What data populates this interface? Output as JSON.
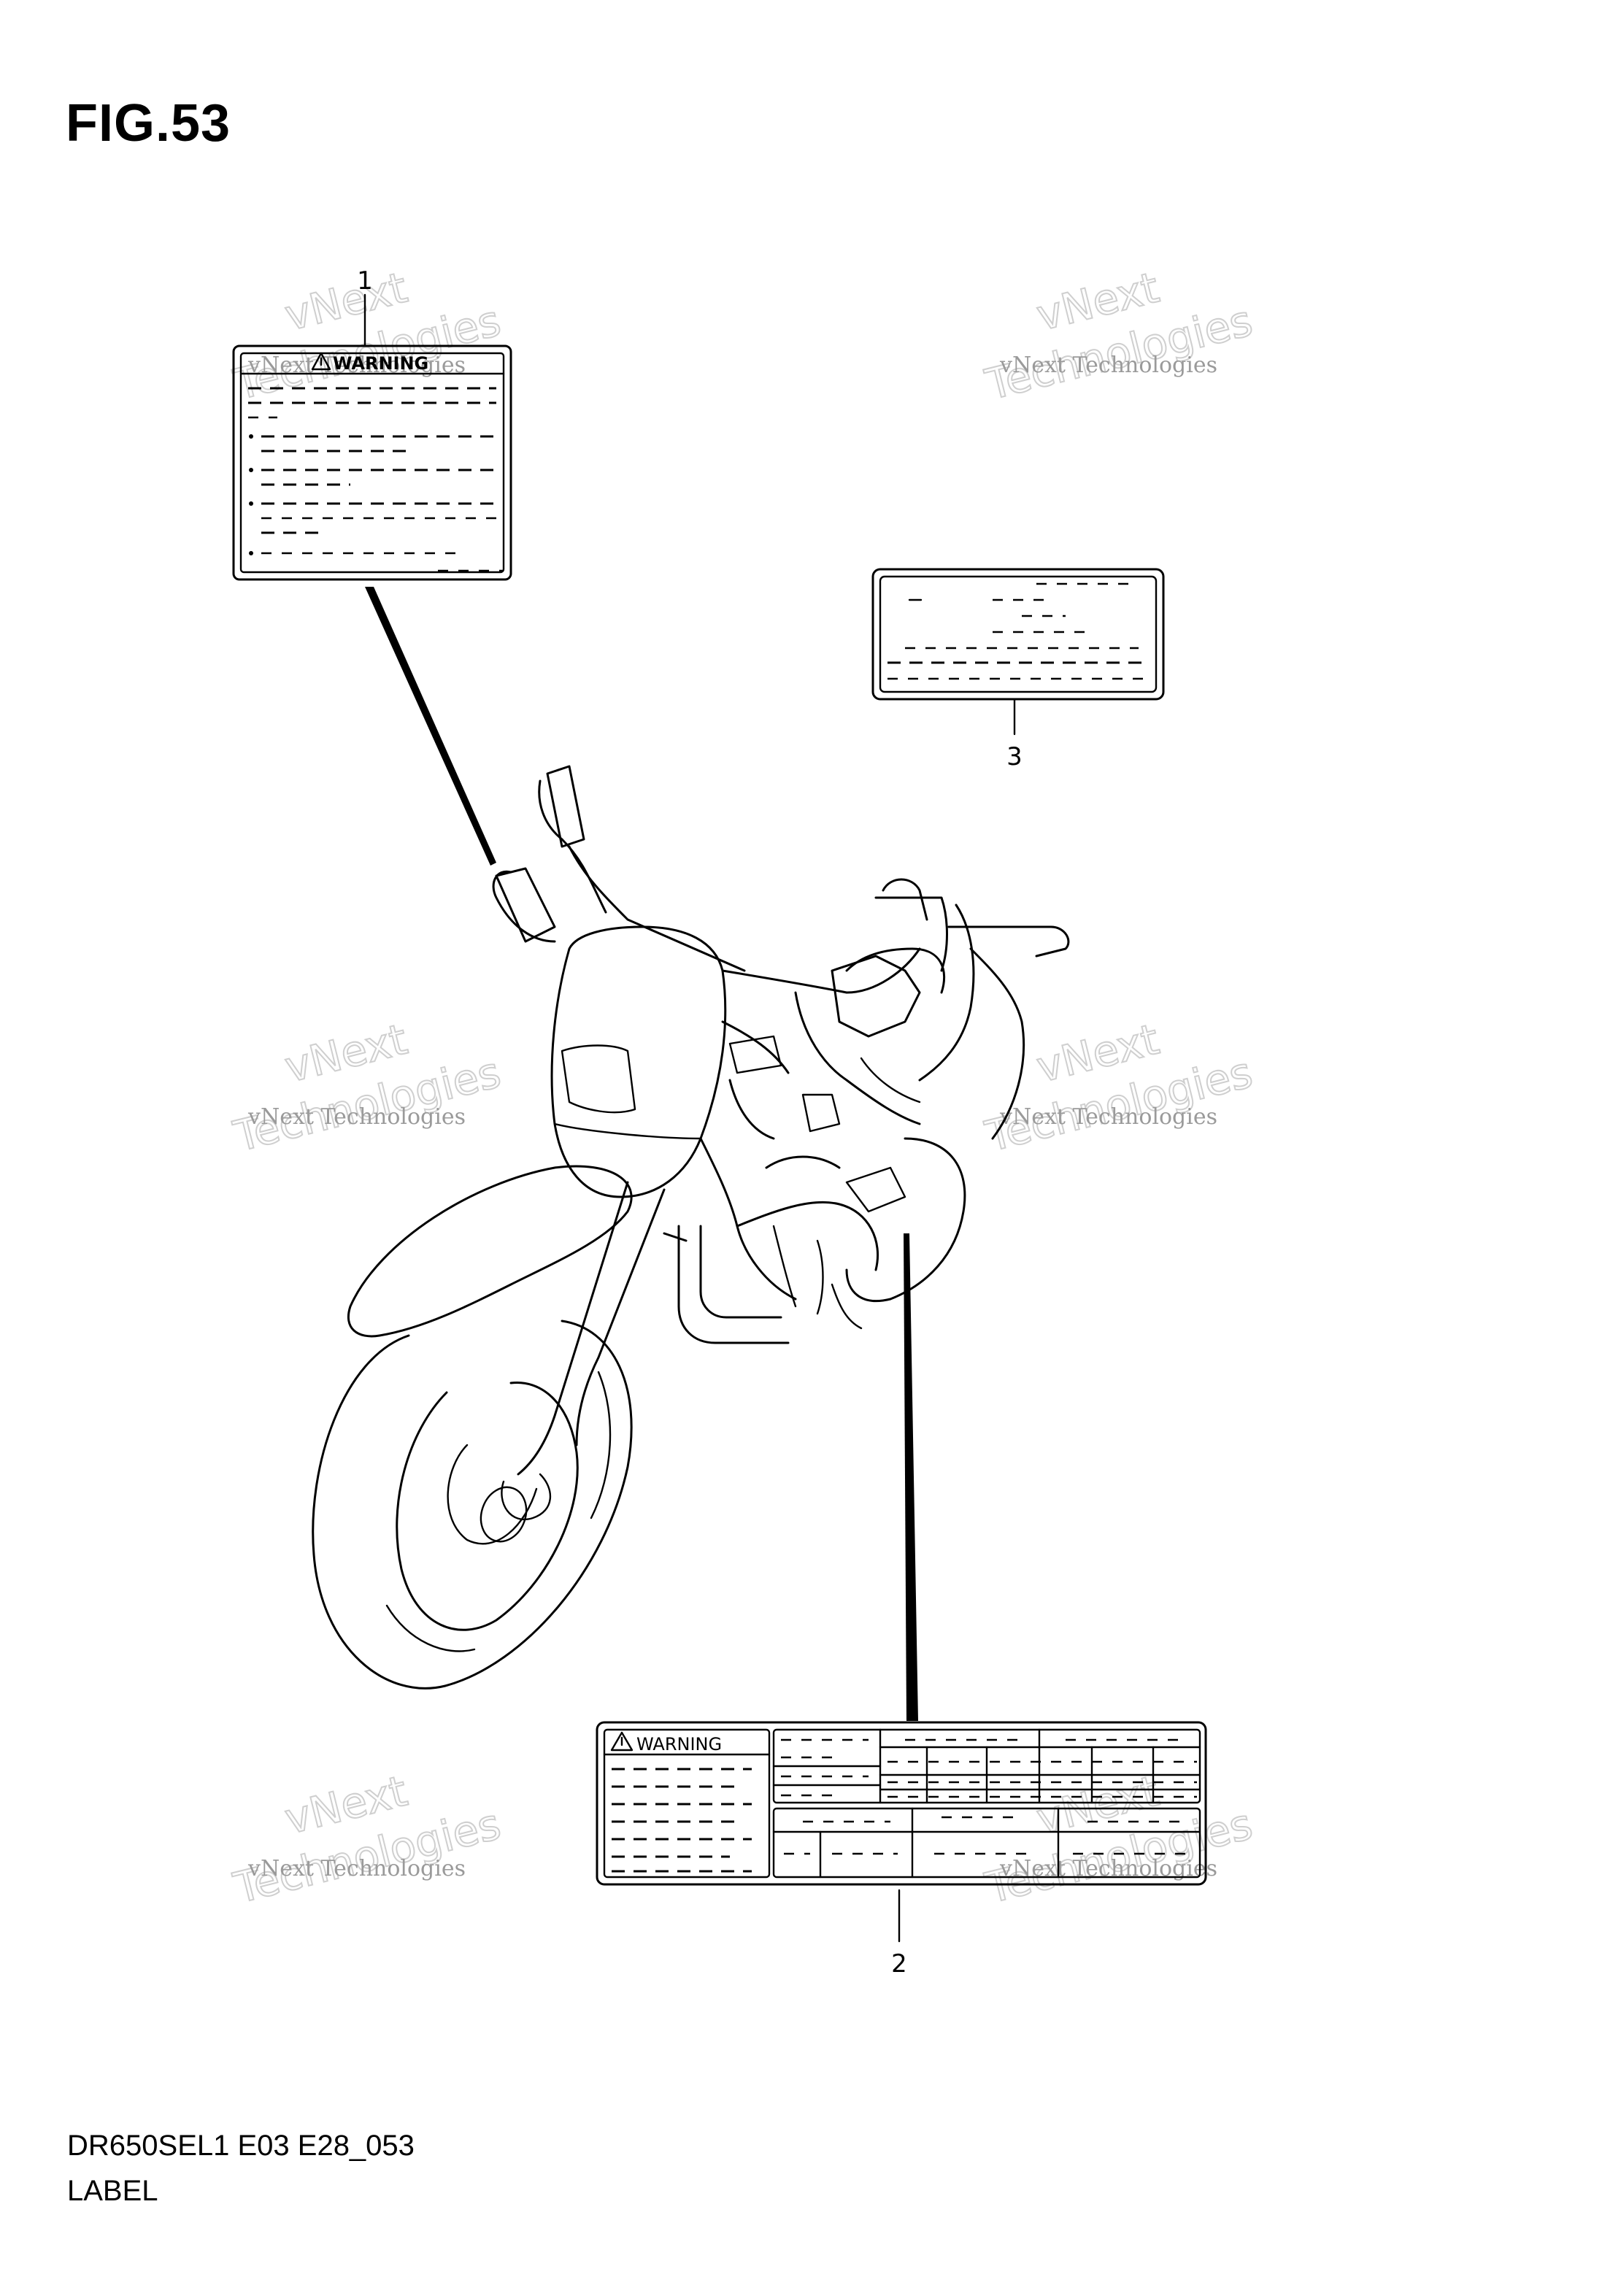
{
  "figure": {
    "title": "FIG.53",
    "code": "DR650SEL1 E03 E28_053",
    "subtitle": "LABEL"
  },
  "callouts": [
    {
      "number": "1"
    },
    {
      "number": "2"
    },
    {
      "number": "3"
    }
  ],
  "labels": {
    "label1_warning": "WARNING",
    "label2_warning": "WARNING"
  },
  "watermark": {
    "line1": "vNext Technologies",
    "line2a": "vNext",
    "line2b": "Technologies"
  }
}
